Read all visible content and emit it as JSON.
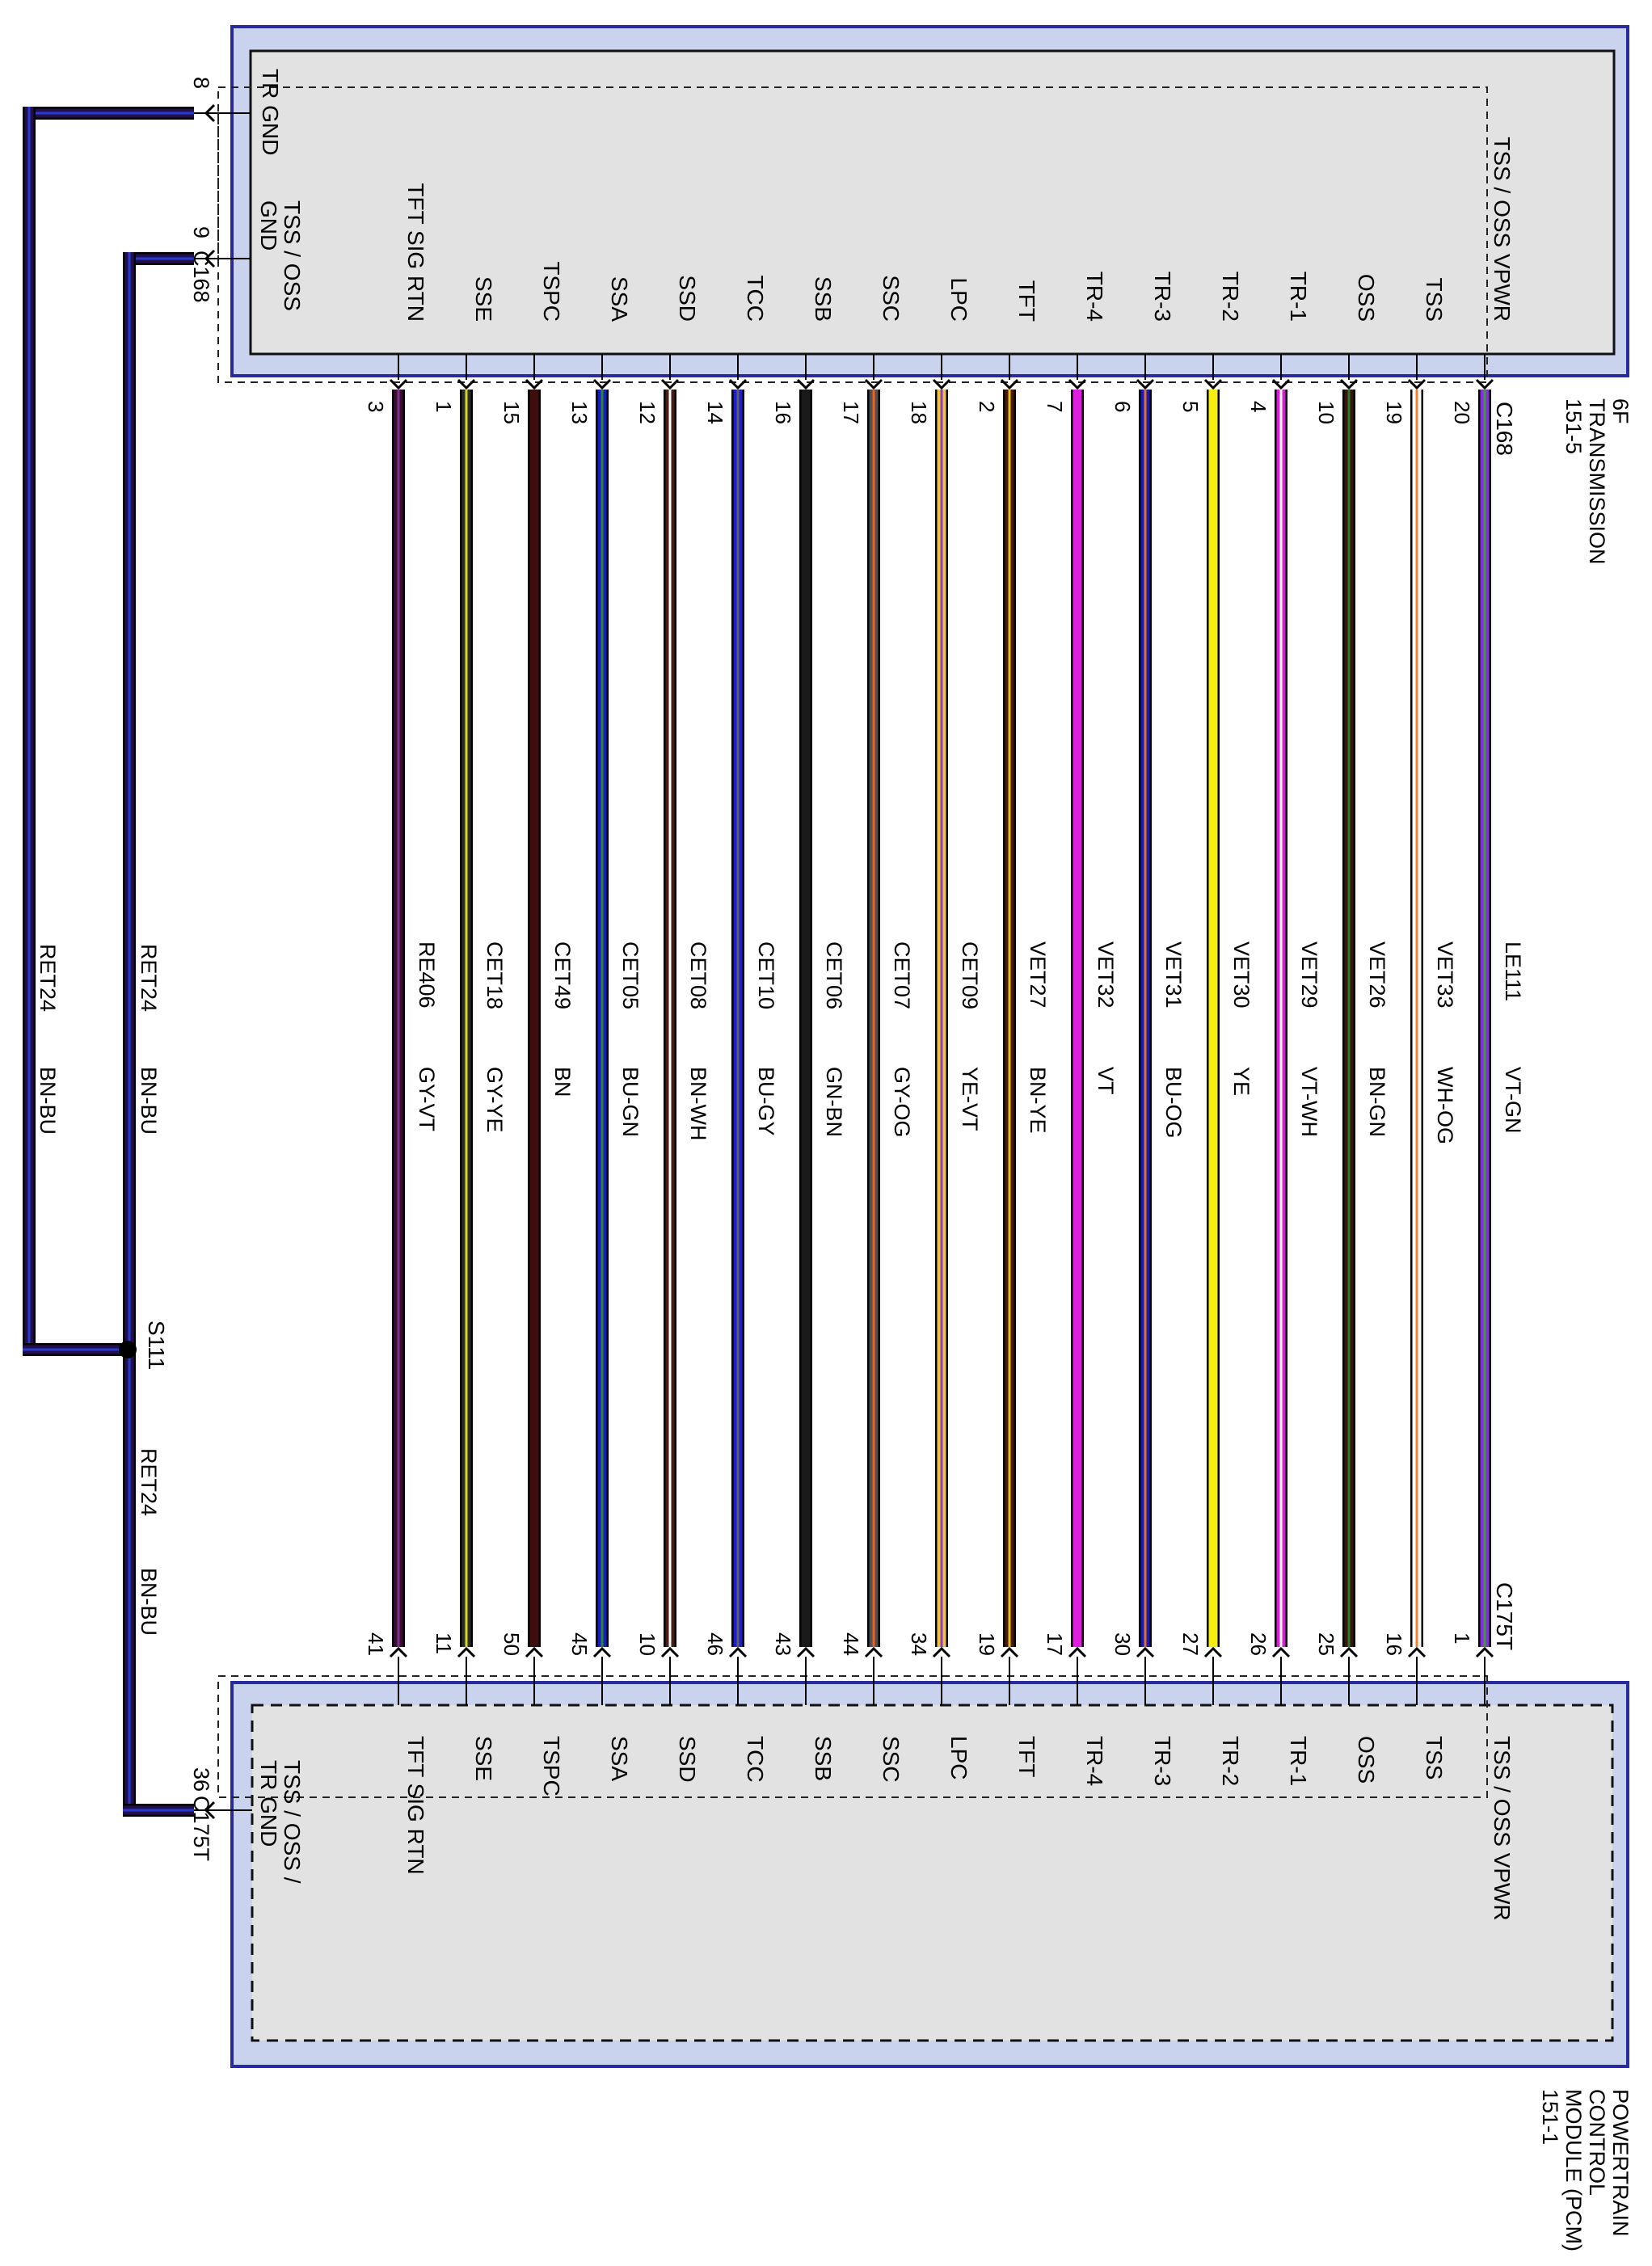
{
  "modules": {
    "transmission": {
      "label_lines": [
        "6F",
        "TRANSMISSION",
        "151-5"
      ],
      "connector": "C168"
    },
    "pcm": {
      "label_lines": [
        "POWERTRAIN",
        "CONTROL",
        "MODULE (PCM)",
        "151-1"
      ],
      "connector": "C175T"
    }
  },
  "circuits": [
    {
      "signal": "TSS / OSS VPWR",
      "tp": "20",
      "pp": "1",
      "circuit": "LE111",
      "color": "VT-GN",
      "base": "#8a2be2",
      "stripe": "#3c9c3c"
    },
    {
      "signal": "TSS",
      "tp": "19",
      "pp": "16",
      "circuit": "VET33",
      "color": "WH-OG",
      "base": "#ffffff",
      "stripe": "#f08030"
    },
    {
      "signal": "OSS",
      "tp": "10",
      "pp": "25",
      "circuit": "VET26",
      "color": "BN-GN",
      "base": "#3b1410",
      "stripe": "#2a7a2a"
    },
    {
      "signal": "TR-1",
      "tp": "4",
      "pp": "26",
      "circuit": "VET29",
      "color": "VT-WH",
      "base": "#d81fd8",
      "stripe": "#ffffff"
    },
    {
      "signal": "TR-2",
      "tp": "5",
      "pp": "27",
      "circuit": "VET30",
      "color": "YE",
      "base": "#f5ee10",
      "stripe": ""
    },
    {
      "signal": "TR-3",
      "tp": "6",
      "pp": "30",
      "circuit": "VET31",
      "color": "BU-OG",
      "base": "#1a1ab4",
      "stripe": "#e07028"
    },
    {
      "signal": "TR-4",
      "tp": "7",
      "pp": "17",
      "circuit": "VET32",
      "color": "VT",
      "base": "#e01ee0",
      "stripe": ""
    },
    {
      "signal": "TFT",
      "tp": "2",
      "pp": "19",
      "circuit": "VET27",
      "color": "BN-YE",
      "base": "#4a1810",
      "stripe": "#e0c010"
    },
    {
      "signal": "LPC",
      "tp": "18",
      "pp": "34",
      "circuit": "CET09",
      "color": "YE-VT",
      "base": "#f0c040",
      "stripe": "#9040c0"
    },
    {
      "signal": "SSC",
      "tp": "17",
      "pp": "44",
      "circuit": "CET07",
      "color": "GY-OG",
      "base": "#505050",
      "stripe": "#f06020"
    },
    {
      "signal": "SSB",
      "tp": "16",
      "pp": "43",
      "circuit": "CET06",
      "color": "GN-BN",
      "base": "#1a1a1a",
      "stripe": ""
    },
    {
      "signal": "TCC",
      "tp": "14",
      "pp": "46",
      "circuit": "CET10",
      "color": "BU-GY",
      "base": "#1c1cd0",
      "stripe": "#606060"
    },
    {
      "signal": "SSD",
      "tp": "12",
      "pp": "10",
      "circuit": "CET08",
      "color": "BN-WH",
      "base": "#4a1e18",
      "stripe": "#ffffff"
    },
    {
      "signal": "SSA",
      "tp": "13",
      "pp": "45",
      "circuit": "CET05",
      "color": "BU-GN",
      "base": "#1a1ac8",
      "stripe": "#2a8a2a"
    },
    {
      "signal": "TSPC",
      "tp": "15",
      "pp": "50",
      "circuit": "CET49",
      "color": "BN",
      "base": "#3e0e0e",
      "stripe": ""
    },
    {
      "signal": "SSE",
      "tp": "1",
      "pp": "11",
      "circuit": "CET18",
      "color": "GY-YE",
      "base": "#2c2c2c",
      "stripe": "#d8d820"
    },
    {
      "signal": "TFT SIG RTN",
      "tp": "3",
      "pp": "41",
      "circuit": "RE406",
      "color": "GY-VT",
      "base": "#3a1030",
      "stripe": "#803090"
    }
  ],
  "ground": {
    "tr_gnd": {
      "label": "TR GND",
      "pin": "8"
    },
    "tss_gnd": {
      "label_lines": [
        "TSS / OSS",
        "GND"
      ],
      "pin": "9",
      "connector": "C168"
    },
    "pcm_gnd": {
      "label_lines": [
        "TSS / OSS /",
        "TR GND"
      ],
      "pin": "36",
      "connector": "C175T"
    },
    "splice": "S111",
    "circuit": "RET24",
    "color": "BN-BU",
    "base": "#22104a",
    "stripe": "#2a3ad0"
  }
}
